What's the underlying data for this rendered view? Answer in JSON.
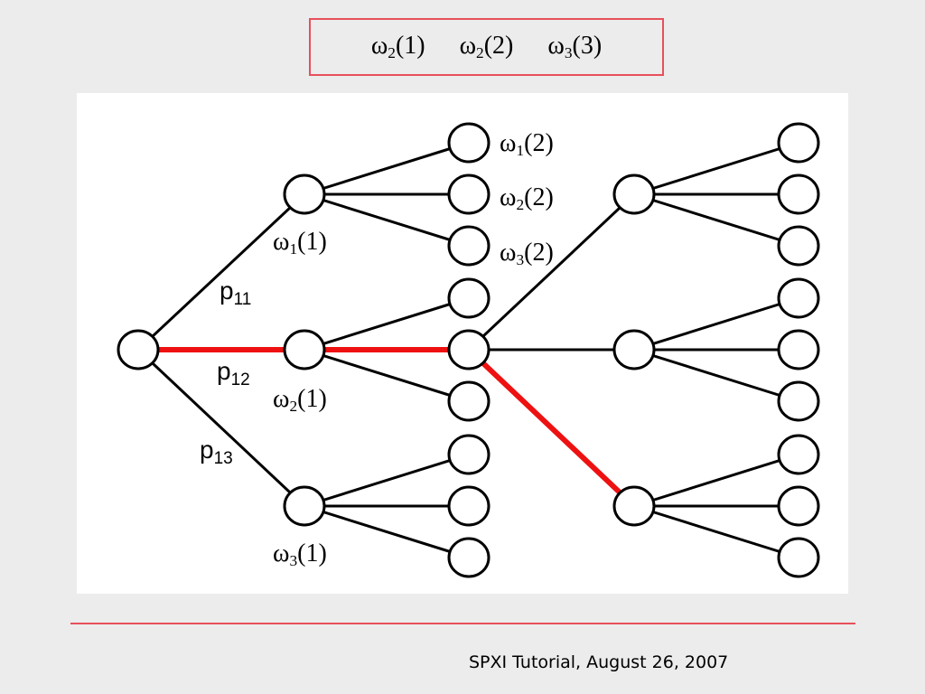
{
  "header": {
    "items": [
      {
        "sym": "ω",
        "sub": "2",
        "arg": "(1)"
      },
      {
        "sym": "ω",
        "sub": "2",
        "arg": "(2)"
      },
      {
        "sym": "ω",
        "sub": "3",
        "arg": "(3)"
      }
    ]
  },
  "labels": {
    "w11": {
      "sym": "ω",
      "sub": "1",
      "arg": "(1)"
    },
    "w21": {
      "sym": "ω",
      "sub": "2",
      "arg": "(1)"
    },
    "w31": {
      "sym": "ω",
      "sub": "3",
      "arg": "(1)"
    },
    "w12": {
      "sym": "ω",
      "sub": "1",
      "arg": "(2)"
    },
    "w22": {
      "sym": "ω",
      "sub": "2",
      "arg": "(2)"
    },
    "w32": {
      "sym": "ω",
      "sub": "3",
      "arg": "(2)"
    },
    "p11": {
      "base": "p",
      "sub": "11"
    },
    "p12": {
      "base": "p",
      "sub": "12"
    },
    "p13": {
      "base": "p",
      "sub": "13"
    }
  },
  "footer": {
    "text": "SPXI Tutorial, August 26, 2007"
  },
  "colors": {
    "highlight": "#ee1111",
    "frame": "#e8505b",
    "edge": "#000000"
  }
}
